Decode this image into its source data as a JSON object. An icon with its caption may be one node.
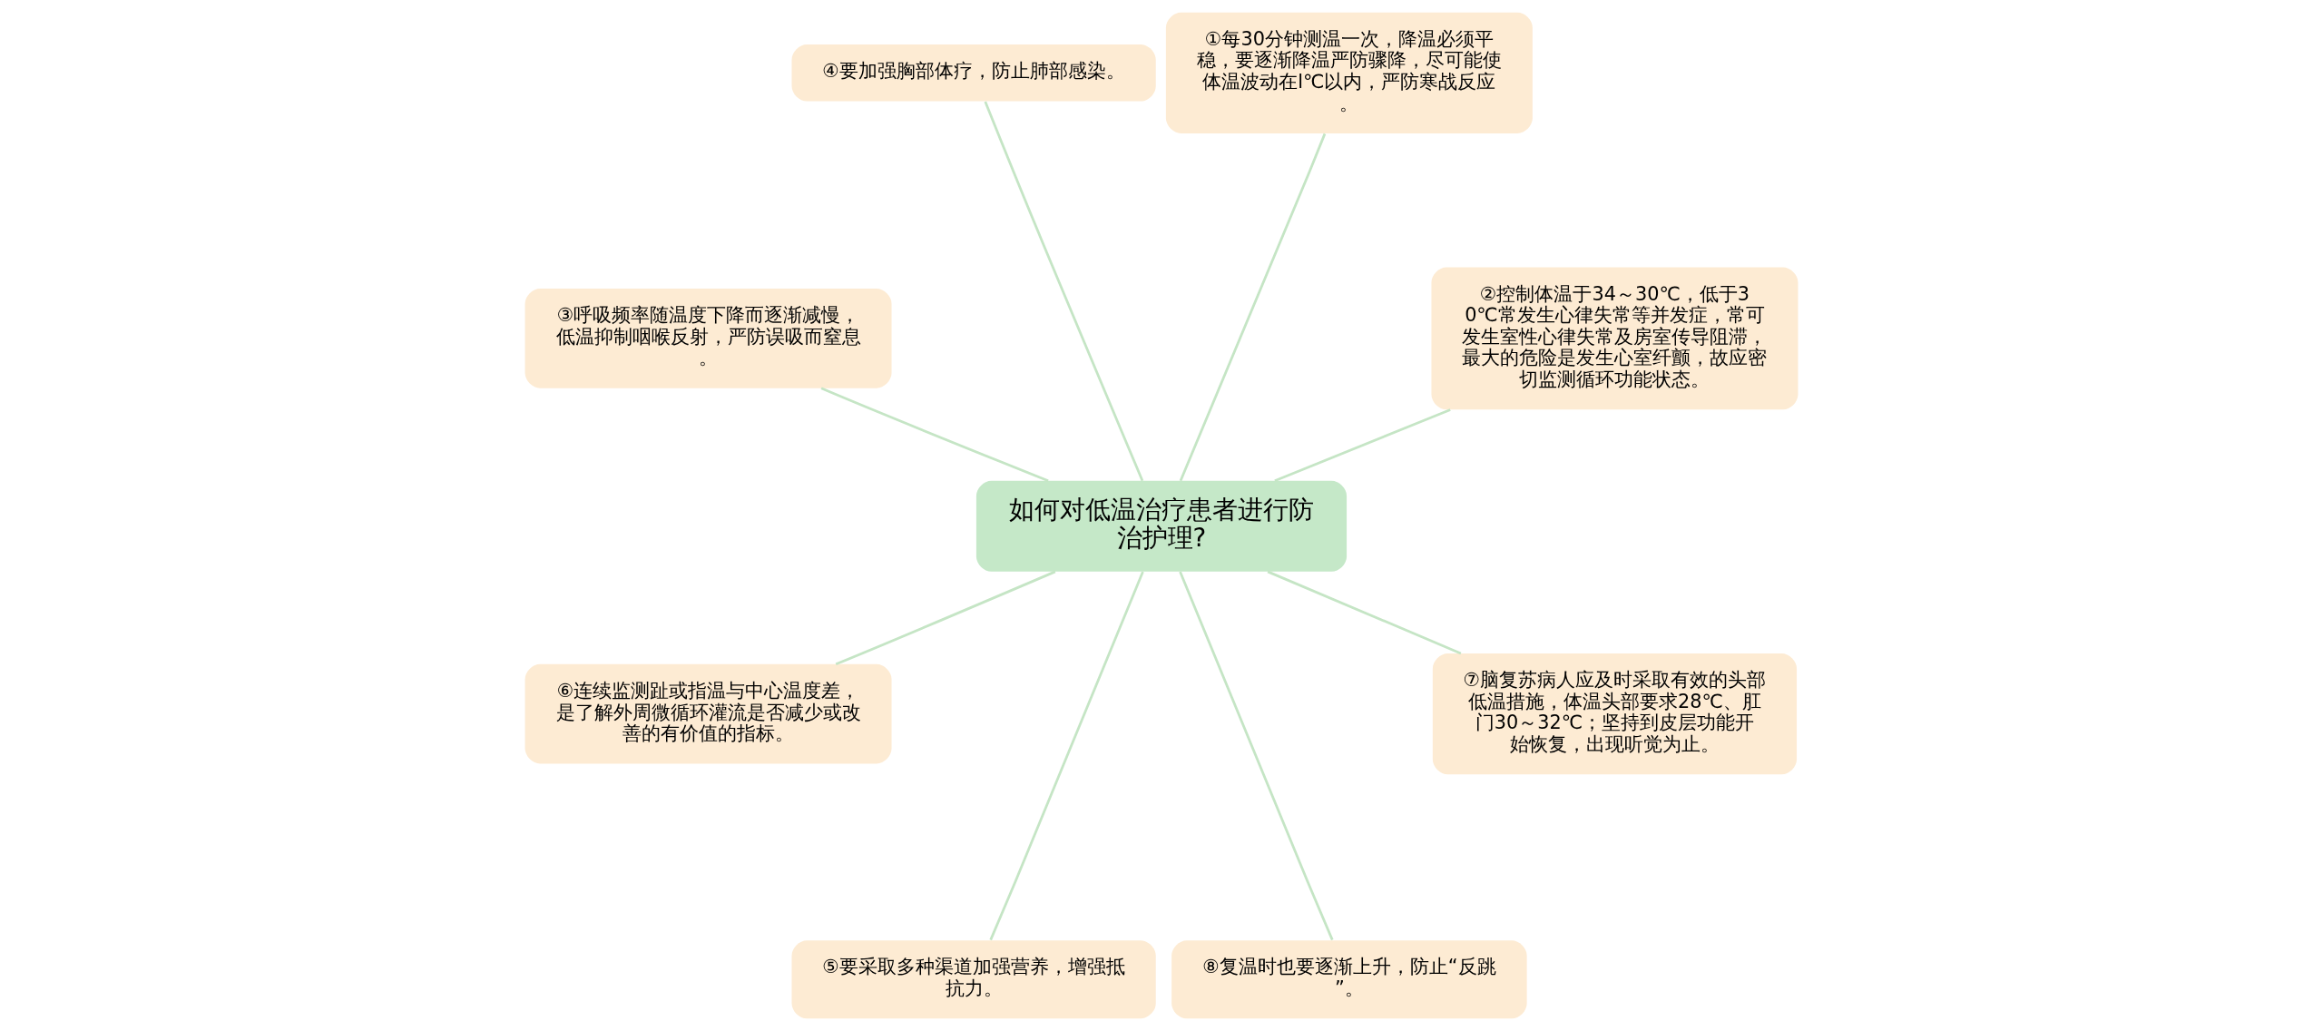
{
  "diagram": {
    "nodes": [
      {
        "text": [
          "如何对低温治疗患者进行防治护理?"
        ]
      },
      {
        "text": [
          "②控制体温于34～30℃，低于30℃常发生心律失常等并发症，常可发生室性心律失常及房室传导阻滞，最大的危险是发生心室纤颤，故应密切监测循环功能状态。"
        ]
      },
      {
        "text": [
          "①每30分钟测温一次，降温必须平稳，要逐渐降温严防骤降，尽可能使体温波动在l℃以内，严防寒战反应。"
        ]
      },
      {
        "text": [
          "④要加强胸部体疗，防止肺部感染。"
        ]
      },
      {
        "text": [
          "③呼吸频率随温度下降而逐渐减慢，低温抑制咽喉反射，严防误吸而窒息。"
        ]
      },
      {
        "text": [
          "⑥连续监测趾或指温与中心温度差，是了解外周微循环灌流是否减少或改善的有价值的指标。"
        ]
      },
      {
        "text": [
          "⑤要采取多种渠道加强营养，增强抵抗力。"
        ]
      },
      {
        "text": [
          "⑧复温时也要逐渐上升，防止“反跳”。"
        ]
      },
      {
        "text": [
          "⑦脑复苏病人应及时采取有效的头部低温措施，体温头部要求28℃、肛门30～32℃；坚持到皮层功能开始恢复，出现听觉为止。"
        ]
      }
    ],
    "edges": [
      {
        "from": 0,
        "to": 1,
        "arrow": "none"
      },
      {
        "from": 0,
        "to": 2,
        "arrow": "none"
      },
      {
        "from": 0,
        "to": 3,
        "arrow": "none"
      },
      {
        "from": 0,
        "to": 4,
        "arrow": "none"
      },
      {
        "from": 0,
        "to": 5,
        "arrow": "none"
      },
      {
        "from": 0,
        "to": 6,
        "arrow": "none"
      },
      {
        "from": 0,
        "to": 7,
        "arrow": "none"
      },
      {
        "from": 0,
        "to": 8,
        "arrow": "none"
      }
    ]
  }
}
